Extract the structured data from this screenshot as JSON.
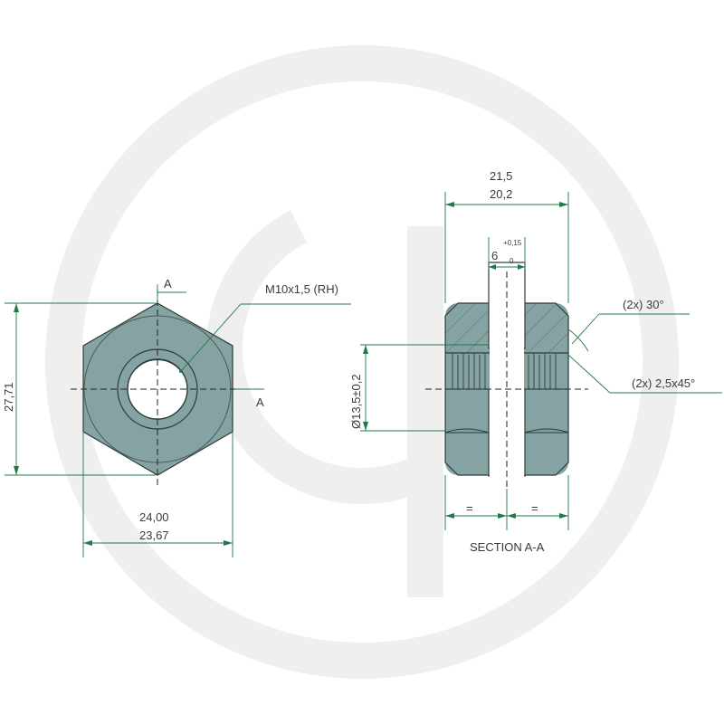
{
  "colors": {
    "part_fill": "#86a3a3",
    "part_light": "#a9c2c2",
    "dimension_line": "#1f7a4a",
    "text": "#3a3a3a",
    "watermark": "#efefef"
  },
  "front_view": {
    "section_marker_top": "A",
    "section_marker_right": "A",
    "thread_callout": "M10x1,5 (RH)",
    "height_dim": "27,71",
    "width_max": "24,00",
    "width_min": "23,67"
  },
  "section_view": {
    "length_max": "21,5",
    "length_min": "20,2",
    "slot_width": "6",
    "slot_tol_upper": "+0,15",
    "slot_tol_lower": "0",
    "chamfer_angle": "(2x) 30°",
    "chamfer_thread": "(2x) 2,5x45°",
    "collar_diameter": "Ø13,5±0,2",
    "equal_left": "=",
    "equal_right": "=",
    "caption": "SECTION A-A"
  }
}
